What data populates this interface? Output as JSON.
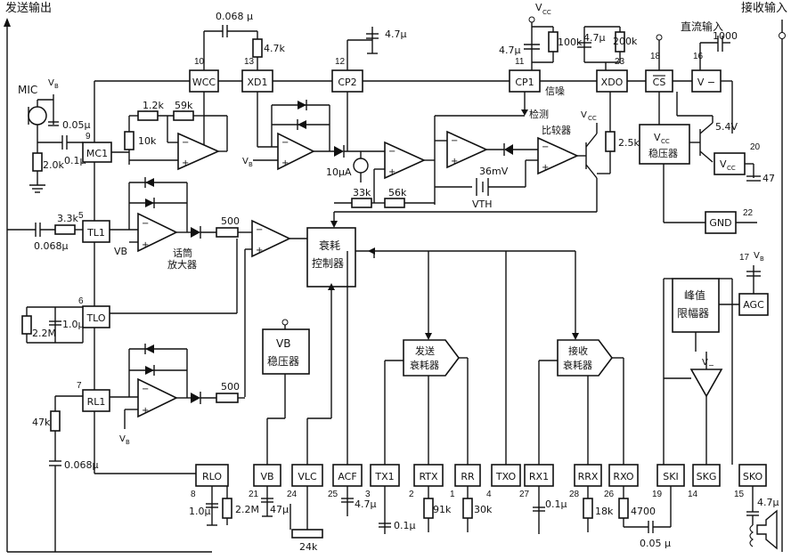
{
  "labels": {
    "send_out": "发送输出",
    "recv_in": "接收输入",
    "dc_in": "直流输入",
    "mic": "MIC",
    "vb": "V",
    "vb_sub": "B",
    "vcc": "V",
    "vcc_sub": "CC",
    "noise": "信噪",
    "detect": "检测",
    "comparator": "比较器",
    "amp": "话筒",
    "amp2": "放大器",
    "atten_ctrl1": "衰耗",
    "atten_ctrl2": "控制器",
    "send_att1": "发送",
    "send_att2": "衰耗器",
    "recv_att1": "接收",
    "recv_att2": "衰耗器",
    "vb_reg1": "VB",
    "vb_reg2": "稳压器",
    "vcc_reg2": "稳压器",
    "peak1": "峰值",
    "peak2": "限幅器",
    "vth": "VTH",
    "v_minus": "V",
    "v_minus_sub": "−",
    "vb_label": "VB",
    "current_src": "10μA",
    "mv36": "36mV"
  },
  "blocks": {
    "wcc": "WCC",
    "xd1": "XD1",
    "cp2": "CP2",
    "cp1": "CP1",
    "xdo": "XDO",
    "cs": "CS",
    "vminus": "V −",
    "mc1": "MC1",
    "tl1": "TL1",
    "tlo": "TLO",
    "rl1": "RL1",
    "gnd": "GND",
    "agc": "AGC",
    "vccreg": "V",
    "vcc_out": "V",
    "vcc_out_sub": "CC"
  },
  "bottom_pins": [
    {
      "name": "RLO",
      "num": "8"
    },
    {
      "name": "VB",
      "num": "21"
    },
    {
      "name": "VLC",
      "num": "24"
    },
    {
      "name": "ACF",
      "num": "25"
    },
    {
      "name": "TX1",
      "num": "3"
    },
    {
      "name": "RTX",
      "num": "2"
    },
    {
      "name": "RR",
      "num": "1"
    },
    {
      "name": "TXO",
      "num": "4"
    },
    {
      "name": "RX1",
      "num": "27"
    },
    {
      "name": "RRX",
      "num": "28"
    },
    {
      "name": "RXO",
      "num": "26"
    },
    {
      "name": "SKI",
      "num": "19"
    },
    {
      "name": "SKG",
      "num": "14"
    },
    {
      "name": "SKO",
      "num": "15"
    }
  ],
  "pin_numbers": {
    "wcc": "10",
    "xd1": "13",
    "cp2": "12",
    "cp1": "11",
    "xdo": "23",
    "cs": "18",
    "vminus": "16",
    "gnd": "22",
    "vcc_out": "20",
    "agc": "17",
    "mc1": "9",
    "tl1": "5",
    "tlo": "6",
    "rl1": "7",
    "pin20b": "20"
  },
  "components": {
    "c_0068_top": "0.068 μ",
    "r_47k": "4.7k",
    "c_47u_cp2": "4.7μ",
    "c_47u_cp1": "4.7μ",
    "r_100k": "100k",
    "c_47u_xdo": "4.7μ",
    "r_200k": "200k",
    "c_1000": "1000",
    "c_005u": "0.05μ",
    "c_01u_mic": "0.1μ",
    "r_20k": "2.0k",
    "r_12k": "1.2k",
    "r_59k": "59k",
    "r_10k": "10k",
    "r_33k_tl": "3.3k",
    "c_0068_tl": "0.068μ",
    "r_500a": "500",
    "r_500b": "500",
    "r_22m_tlo": "2.2M",
    "c_10u_tlo": "1.0μ",
    "r_47k_rl": "47k",
    "c_0068_rl": "0.068μ",
    "r_33k": "33k",
    "r_56k": "56k",
    "r_25k": "2.5k",
    "v_54": "5.4V",
    "c_47": "47",
    "c_10u_rlo": "1.0μ",
    "r_22m_rlo": "2.2M",
    "c_47u_vb": "47μ",
    "r_24k": "24k",
    "c_47u_acf": "4.7μ",
    "c_01u_tx1": "0.1μ",
    "r_91k": "91k",
    "r_30k": "30k",
    "c_01u_rx1": "0.1μ",
    "r_18k": "18k",
    "r_4700": "4700",
    "c_005u_rxo": "0.05 μ",
    "c_47u_sko": "4.7μ"
  }
}
